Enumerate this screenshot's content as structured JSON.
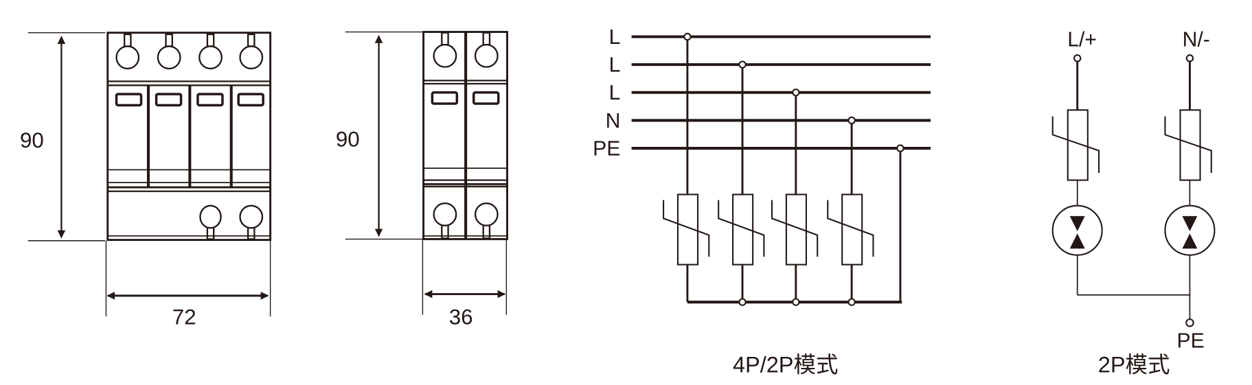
{
  "dimensions": {
    "device_4p": {
      "height": "90",
      "width": "72"
    },
    "device_2p": {
      "height": "90",
      "width": "36"
    }
  },
  "wiring_4p": {
    "bus_labels": [
      "L",
      "L",
      "L",
      "N",
      "PE"
    ],
    "caption": "4P/2P模式"
  },
  "wiring_2p": {
    "terminal_left": "L/+",
    "terminal_right": "N/-",
    "terminal_bottom": "PE",
    "caption": "2P模式"
  },
  "colors": {
    "line": "#231815",
    "background": "#ffffff"
  }
}
